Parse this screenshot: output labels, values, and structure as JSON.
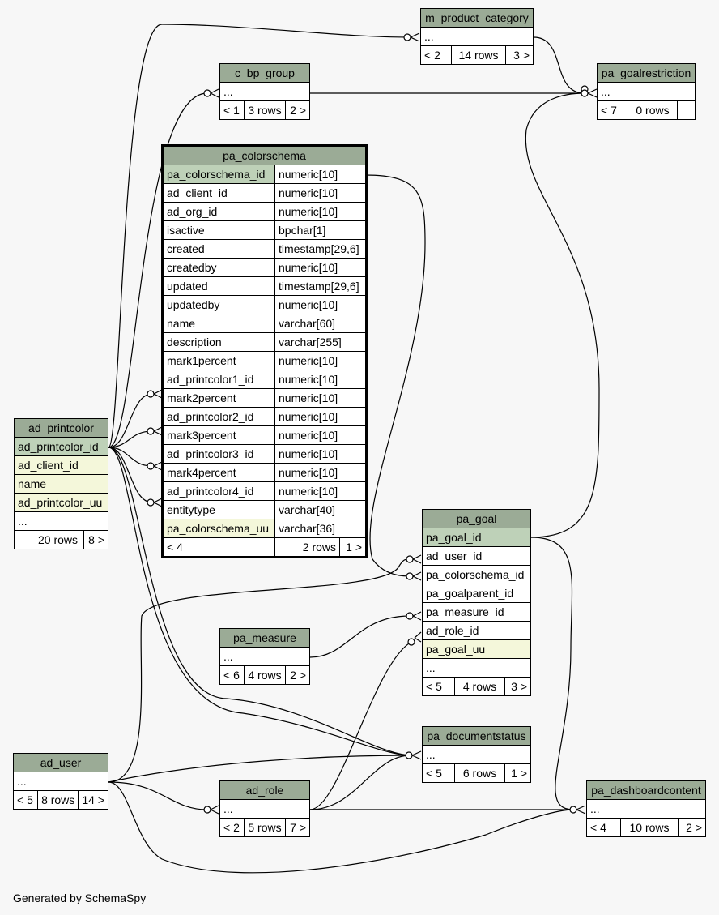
{
  "tables": {
    "m_product_category": {
      "name": "m_product_category",
      "ellipsis": "...",
      "prev": "< 2",
      "rows": "14 rows",
      "next": "3 >"
    },
    "c_bp_group": {
      "name": "c_bp_group",
      "ellipsis": "...",
      "prev": "< 1",
      "rows": "3 rows",
      "next": "2 >"
    },
    "pa_goalrestriction": {
      "name": "pa_goalrestriction",
      "ellipsis": "...",
      "prev": "< 7",
      "rows": "0 rows",
      "next": ""
    },
    "pa_colorschema": {
      "name": "pa_colorschema",
      "columns": [
        {
          "name": "pa_colorschema_id",
          "type": "numeric[10]"
        },
        {
          "name": "ad_client_id",
          "type": "numeric[10]"
        },
        {
          "name": "ad_org_id",
          "type": "numeric[10]"
        },
        {
          "name": "isactive",
          "type": "bpchar[1]"
        },
        {
          "name": "created",
          "type": "timestamp[29,6]"
        },
        {
          "name": "createdby",
          "type": "numeric[10]"
        },
        {
          "name": "updated",
          "type": "timestamp[29,6]"
        },
        {
          "name": "updatedby",
          "type": "numeric[10]"
        },
        {
          "name": "name",
          "type": "varchar[60]"
        },
        {
          "name": "description",
          "type": "varchar[255]"
        },
        {
          "name": "mark1percent",
          "type": "numeric[10]"
        },
        {
          "name": "ad_printcolor1_id",
          "type": "numeric[10]"
        },
        {
          "name": "mark2percent",
          "type": "numeric[10]"
        },
        {
          "name": "ad_printcolor2_id",
          "type": "numeric[10]"
        },
        {
          "name": "mark3percent",
          "type": "numeric[10]"
        },
        {
          "name": "ad_printcolor3_id",
          "type": "numeric[10]"
        },
        {
          "name": "mark4percent",
          "type": "numeric[10]"
        },
        {
          "name": "ad_printcolor4_id",
          "type": "numeric[10]"
        },
        {
          "name": "entitytype",
          "type": "varchar[40]"
        },
        {
          "name": "pa_colorschema_uu",
          "type": "varchar[36]"
        }
      ],
      "prev": "< 4",
      "rows": "2 rows",
      "next": "1 >"
    },
    "ad_printcolor": {
      "name": "ad_printcolor",
      "columns": [
        "ad_printcolor_id",
        "ad_client_id",
        "name",
        "ad_printcolor_uu",
        "..."
      ],
      "prev": "",
      "rows": "20 rows",
      "next": "8 >"
    },
    "pa_goal": {
      "name": "pa_goal",
      "columns": [
        "pa_goal_id",
        "ad_user_id",
        "pa_colorschema_id",
        "pa_goalparent_id",
        "pa_measure_id",
        "ad_role_id",
        "pa_goal_uu",
        "..."
      ],
      "prev": "< 5",
      "rows": "4 rows",
      "next": "3 >"
    },
    "pa_measure": {
      "name": "pa_measure",
      "ellipsis": "...",
      "prev": "< 6",
      "rows": "4 rows",
      "next": "2 >"
    },
    "pa_documentstatus": {
      "name": "pa_documentstatus",
      "ellipsis": "...",
      "prev": "< 5",
      "rows": "6 rows",
      "next": "1 >"
    },
    "ad_user": {
      "name": "ad_user",
      "ellipsis": "...",
      "prev": "< 5",
      "rows": "8 rows",
      "next": "14 >"
    },
    "ad_role": {
      "name": "ad_role",
      "ellipsis": "...",
      "prev": "< 2",
      "rows": "5 rows",
      "next": "7 >"
    },
    "pa_dashboardcontent": {
      "name": "pa_dashboardcontent",
      "ellipsis": "...",
      "prev": "< 4",
      "rows": "10 rows",
      "next": "2 >"
    }
  },
  "footer": "Generated by SchemaSpy",
  "colors": {
    "header": "#9bab96",
    "primary_key": "#bed1b8",
    "indexed": "#f4f7da",
    "background": "#f7f7f7"
  }
}
